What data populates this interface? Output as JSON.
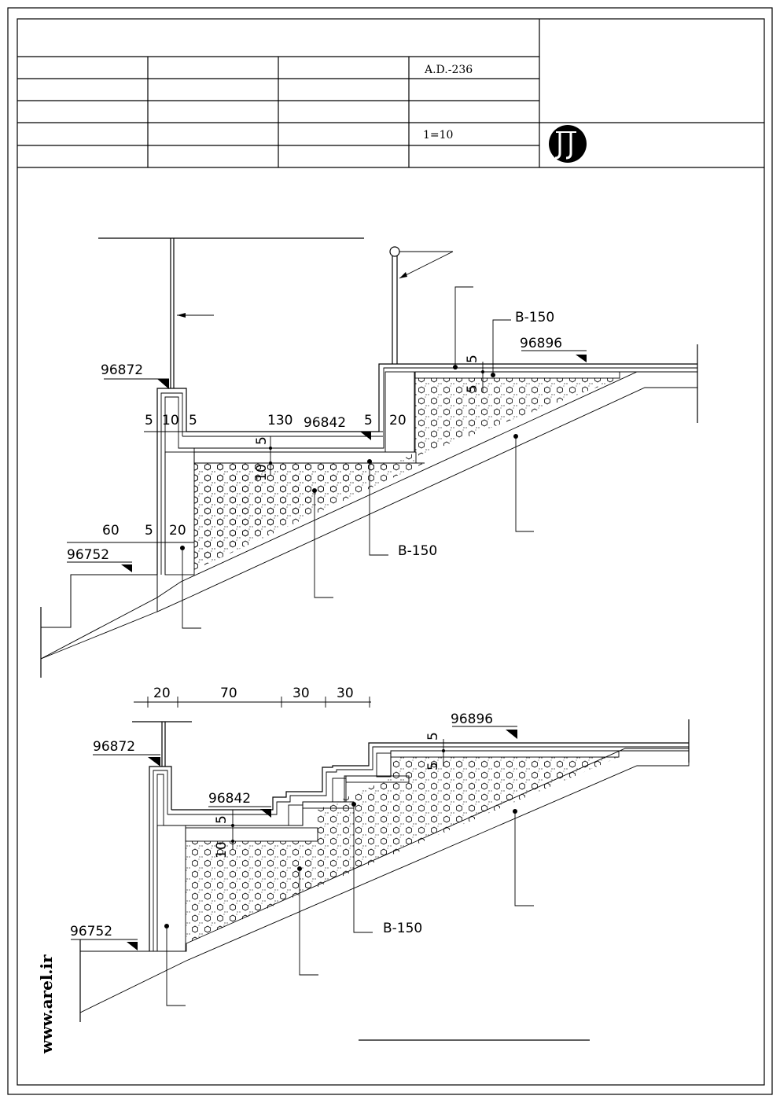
{
  "title_block": {
    "code": "A.D.-236",
    "scale": "1=10",
    "logo_letters": "JJ"
  },
  "website": "www.arel.ir",
  "section_1": {
    "levels": {
      "top_left": "96872",
      "mid": "96842",
      "top_right": "96896",
      "bottom": "96752"
    },
    "dims": {
      "d5a": "5",
      "d10": "10",
      "d5b": "5",
      "d130": "130",
      "d5c": "5",
      "d20": "20",
      "d5v": "5",
      "d10v": "10",
      "d60": "60",
      "d5d": "5",
      "d20b": "20",
      "d5r": "5",
      "d5r2": "5"
    },
    "labels": {
      "b150_top": "B-150",
      "b150_bottom": "B-150"
    }
  },
  "section_2": {
    "dims": {
      "d20": "20",
      "d70": "70",
      "d30a": "30",
      "d30b": "30",
      "d5v": "5",
      "d10v": "10",
      "d5r": "5",
      "d5r2": "5"
    },
    "levels": {
      "top_left": "96872",
      "mid": "96842",
      "top_right": "96896",
      "bottom": "96752"
    },
    "labels": {
      "b150": "B-150"
    }
  }
}
